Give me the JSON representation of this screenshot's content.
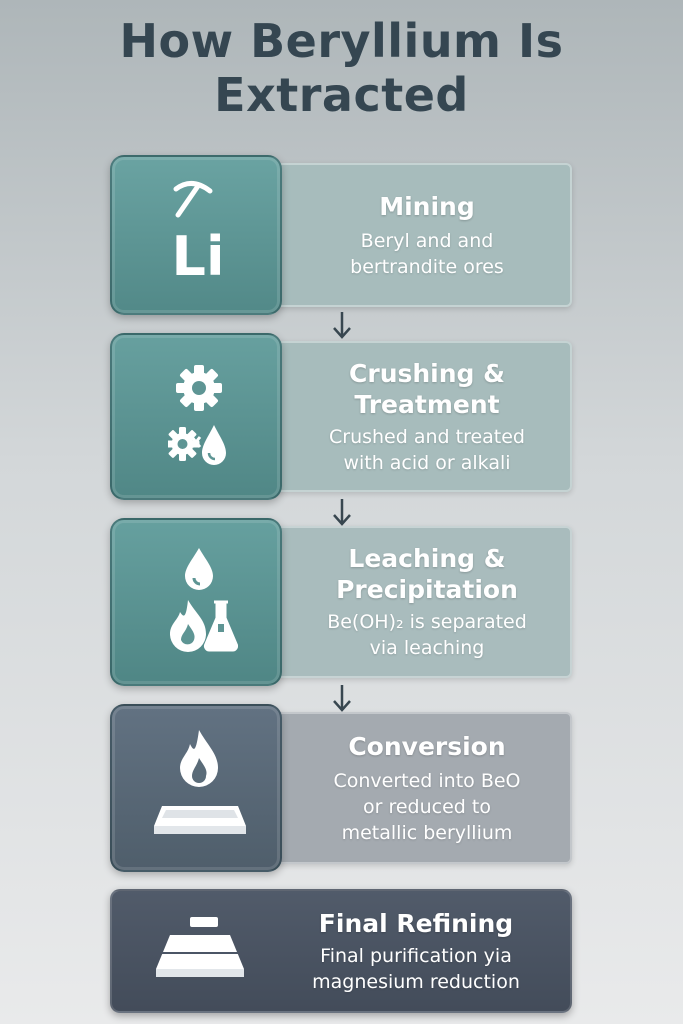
{
  "title": {
    "line1": "How Beryllium Is",
    "line2": "Extracted"
  },
  "colors": {
    "title": "#354651",
    "teal_tile": "#5e9594",
    "teal_card": "#a7bcbc",
    "slate_tile": "#5a6b78",
    "slate_card": "#a4aab0",
    "dark_tile": "#4b5565",
    "arrow": "#384750"
  },
  "steps": [
    {
      "heading": [
        "Mining"
      ],
      "desc": [
        "Beryl and and",
        "bertrandite ores"
      ],
      "icons": [
        "pickaxe-icon",
        "lithium-symbol-icon"
      ],
      "symbol": "Li"
    },
    {
      "heading": [
        "Crushing &",
        "Treatment"
      ],
      "desc": [
        "Crushed and treated",
        "with acid or alkali"
      ],
      "icons": [
        "gear-icon",
        "gear-drop-icon"
      ]
    },
    {
      "heading": [
        "Leaching &",
        "Precipitation"
      ],
      "desc": [
        "Be(OH)₂ is separated",
        "via leaching"
      ],
      "icons": [
        "drop-icon",
        "flame-flask-icon"
      ]
    },
    {
      "heading": [
        "Conversion"
      ],
      "desc": [
        "Converted into BeO",
        "or reduced to",
        "metallic beryllium"
      ],
      "icons": [
        "flame-icon",
        "ingot-icon"
      ]
    },
    {
      "heading": [
        "Final Refining"
      ],
      "desc": [
        "Final purification yia",
        "magnesium reduction"
      ],
      "icons": [
        "refining-furnace-icon"
      ]
    }
  ]
}
